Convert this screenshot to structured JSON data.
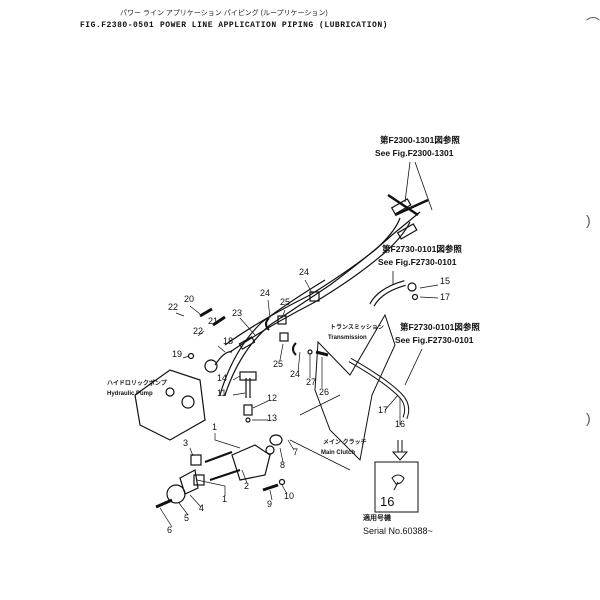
{
  "header": {
    "title_jp": "パワー ライン アプリケーション パイピング (ループリケーション)",
    "fig_no": "FIG.F2380-0501",
    "title": "POWER LINE APPLICATION PIPING (LUBRICATION)"
  },
  "references": [
    {
      "jp": "第F2300-1301図参照",
      "en": "See Fig.F2300-1301"
    },
    {
      "jp": "第F2730-0101図参照",
      "en": "See Fig.F2730-0101"
    },
    {
      "jp": "第F2730-0101図参照",
      "en": "See Fig.F2730-0101"
    }
  ],
  "components": [
    {
      "jp": "ハイドロリックポンプ",
      "en": "Hydraulic Pump"
    },
    {
      "jp": "メイン クラッチ",
      "en": "Main Clutch"
    },
    {
      "jp": "トランスミッション",
      "en": "Transmission"
    }
  ],
  "callouts": [
    "20",
    "22",
    "21",
    "22",
    "18",
    "19",
    "23",
    "24",
    "25",
    "25",
    "24",
    "14",
    "11",
    "12",
    "13",
    "24",
    "27",
    "26",
    "1",
    "1",
    "3",
    "2",
    "7",
    "8",
    "9",
    "10",
    "4",
    "5",
    "6",
    "15",
    "17",
    "17",
    "16"
  ],
  "inset": {
    "part": "16",
    "serial_jp": "適用号機",
    "serial": "Serial No.60388~"
  }
}
